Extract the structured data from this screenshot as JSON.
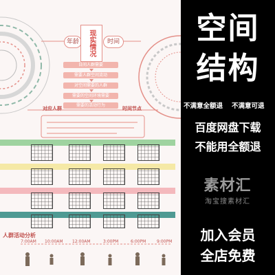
{
  "promo": {
    "title_line1": "空间",
    "title_line2": "结构",
    "notice_left": "不满意全额退",
    "notice_right": "不满意可退",
    "download": "百度网盘下载",
    "no_refund": "不能用全额退",
    "logo_main": "素材汇",
    "logo_sub": "淘宝搜素材汇",
    "member_line1": "加入会员",
    "member_line2": "全店免费"
  },
  "diagram": {
    "center_label": "现实情况",
    "age_label": "年龄",
    "time_label": "时间",
    "flow_steps": [
      "日间人群需要",
      "需要人群空间流动",
      "对空间需要的人群",
      "需要的空间环境需要",
      "需要的活动行为"
    ],
    "bottom_left": "对应人群",
    "bottom_right": "时间节点",
    "section_title": "人群活动分析",
    "time_points": [
      "7:00AM",
      "10:00AM",
      "12:00AM",
      "3:00PM",
      "6:00PM",
      "9:00PM"
    ]
  },
  "colors": {
    "accent": "#e48f88",
    "strip_green": "#9fd3a0",
    "strip_yellow": "#f5e9a6",
    "strip_pink": "#f4b9bd",
    "strip_teal": "#4f9a93"
  }
}
